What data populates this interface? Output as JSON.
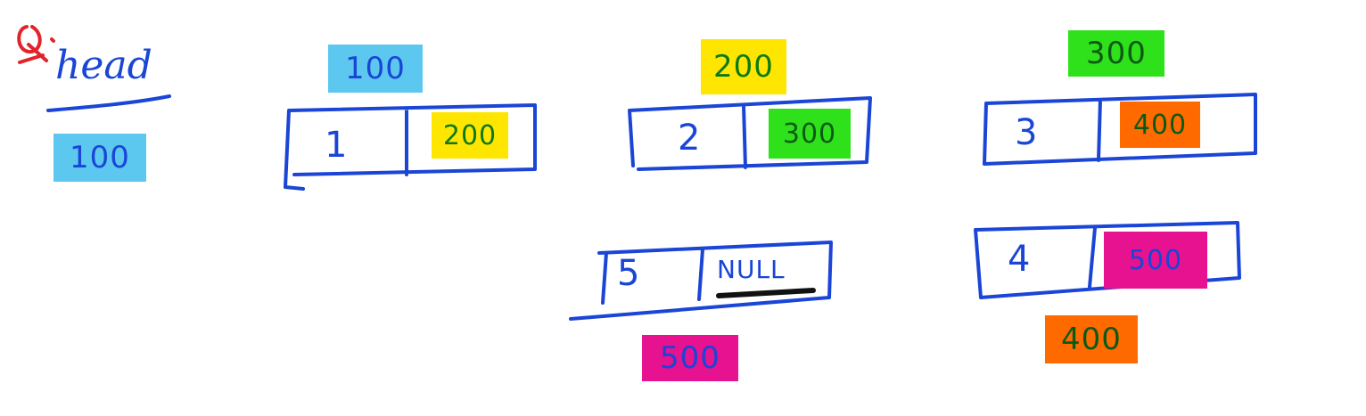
{
  "question_mark": "Q.",
  "head": {
    "label": "head",
    "address": "100"
  },
  "colors": {
    "ink": "#1a45d6",
    "marker_red": "#e2232a",
    "blue_hl": "#5cc8f0",
    "yellow_hl": "#ffe600",
    "green_hl": "#2ee11a",
    "orange_hl": "#ff6a00",
    "pink_hl": "#e6128f",
    "pen_black": "#111111"
  },
  "nodes": [
    {
      "address": "100",
      "data": "1",
      "next": "200"
    },
    {
      "address": "200",
      "data": "2",
      "next": "300"
    },
    {
      "address": "300",
      "data": "3",
      "next": "400"
    },
    {
      "address": "400",
      "data": "4",
      "next": "500"
    },
    {
      "address": "500",
      "data": "5",
      "next": "NULL"
    }
  ]
}
